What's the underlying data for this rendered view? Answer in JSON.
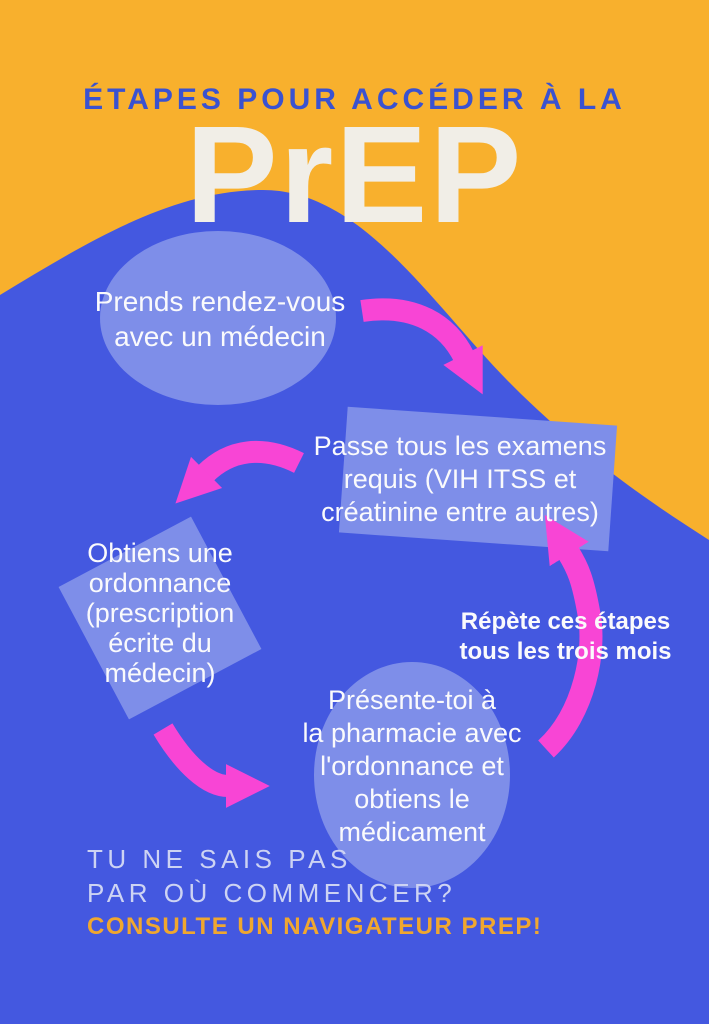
{
  "poster": {
    "title_line": "ÉTAPES POUR ACCÉDER À LA",
    "title_main": "PrEP",
    "steps": [
      {
        "shape": "ellipse",
        "lines": [
          "Prends rendez-vous",
          "avec un médecin"
        ]
      },
      {
        "shape": "rectangle",
        "lines": [
          "Passe tous les examens",
          "requis (VIH ITSS et",
          "créatinine entre autres)"
        ]
      },
      {
        "shape": "square",
        "lines": [
          "Obtiens une",
          "ordonnance",
          "(prescription",
          "écrite du",
          "médecin)"
        ]
      },
      {
        "shape": "ellipse",
        "lines": [
          "Présente-toi à",
          "la pharmacie avec",
          "l'ordonnance et",
          "obtiens le",
          "médicament"
        ]
      }
    ],
    "repeat_note": {
      "lines": [
        "Répète ces étapes",
        "tous les trois mois"
      ]
    },
    "footer": {
      "line1": "TU NE SAIS PAS",
      "line2": "PAR OÙ COMMENCER?",
      "cta": "CONSULTE UN NAVIGATEUR PREP!"
    }
  },
  "colors": {
    "orange": "#F8B02D",
    "blue": "#4458E0",
    "shape": "#7E8EE9",
    "pink": "#F845D5",
    "title_blue": "#3A52D0",
    "prep_cream": "#F1EEE7",
    "text_white": "#FAFAFC",
    "footer_lavender": "#CDD3F3",
    "cta_orange": "#F0A72F"
  }
}
